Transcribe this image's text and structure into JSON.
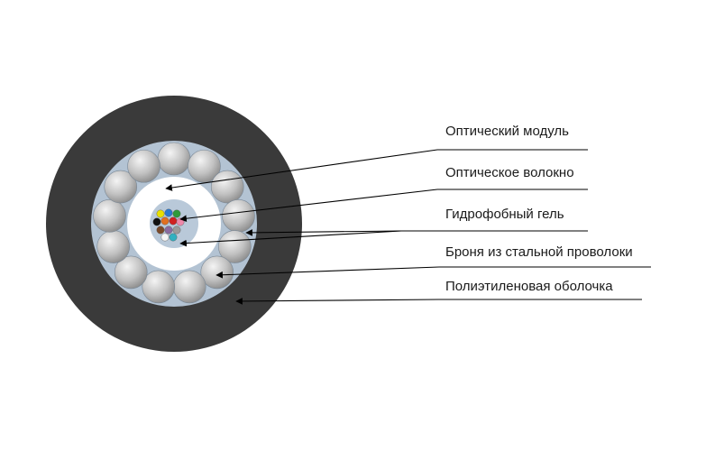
{
  "labels": [
    {
      "id": "optical-module",
      "text": "Оптический модуль"
    },
    {
      "id": "optical-fiber",
      "text": "Оптическое волокно"
    },
    {
      "id": "hydrophobic-gel",
      "text": "Гидрофобный гель"
    },
    {
      "id": "steel-wire-armor",
      "text": "Броня из стальной проволоки"
    },
    {
      "id": "polyethylene-sheath",
      "text": "Полиэтиленовая оболочка"
    }
  ],
  "colors": {
    "sheath": "#3a3a3a",
    "armor_bed": "#b3c3d3",
    "module": "#ffffff",
    "gel_core": "#b9c9d9",
    "wire_light": "#f0f0f0",
    "wire_dark": "#8a8a8a",
    "leader": "#000000",
    "fibers": [
      "#e8e000",
      "#2a7ad0",
      "#2e9a3a",
      "#111111",
      "#e07020",
      "#d02020",
      "#ee88aa",
      "#7a4a2a",
      "#8a6aa0",
      "#9a9a9a",
      "#f4f4f4",
      "#30b0c0"
    ]
  },
  "armor_wire_count": 13,
  "icons": {
    "cable_cross_section": "cable-cross-section-icon"
  }
}
